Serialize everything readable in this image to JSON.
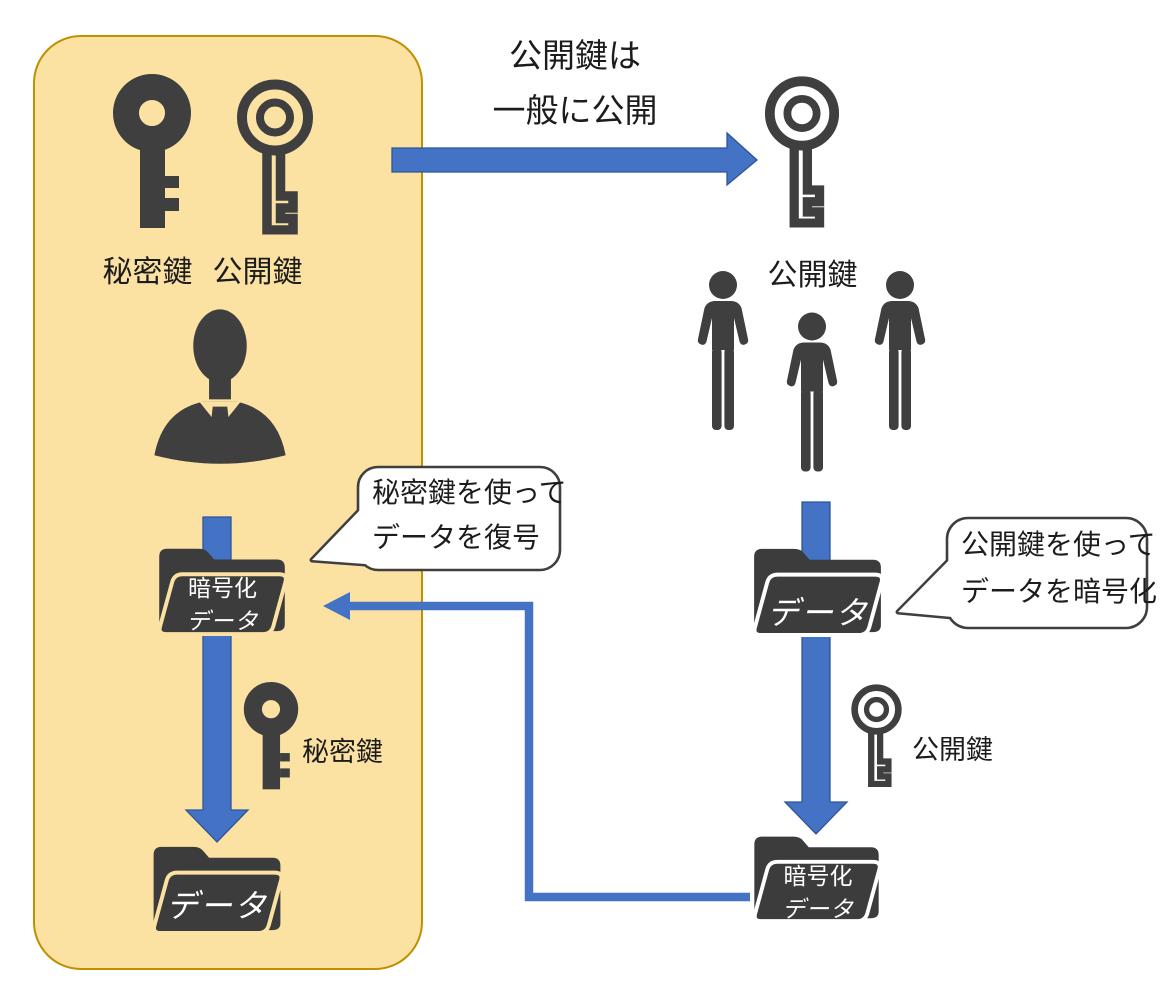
{
  "diagram": {
    "top_caption": {
      "line1": "公開鍵は",
      "line2": "一般に公開"
    },
    "sender": {
      "private_key_label": "秘密鍵",
      "public_key_label": "公開鍵",
      "decrypt_bubble": {
        "line1": "秘密鍵を使って",
        "line2": "データを復号"
      },
      "encrypted_folder": {
        "line1": "暗号化",
        "line2": "データ"
      },
      "small_private_key_label": "秘密鍵",
      "data_folder_label": "データ"
    },
    "receivers": {
      "public_key_label": "公開鍵",
      "data_folder_label": "データ",
      "encrypt_bubble": {
        "line1": "公開鍵を使って",
        "line2": "データを暗号化"
      },
      "small_public_key_label": "公開鍵",
      "encrypted_folder": {
        "line1": "暗号化",
        "line2": "データ"
      }
    },
    "colors": {
      "accent_blue": "#4472C4",
      "arrow_edge": "#2F5597",
      "box_fill": "#FBE2A3",
      "box_border": "#BF9000",
      "icon_dark": "#3F3F3F",
      "text": "#1F1F1F"
    },
    "icons": {
      "key-filled-icon": "solid key silhouette",
      "key-outline-icon": "outlined key",
      "businessman-icon": "person bust with tie",
      "person-icon": "standing person pictogram",
      "folder-icon": "open folder"
    }
  }
}
